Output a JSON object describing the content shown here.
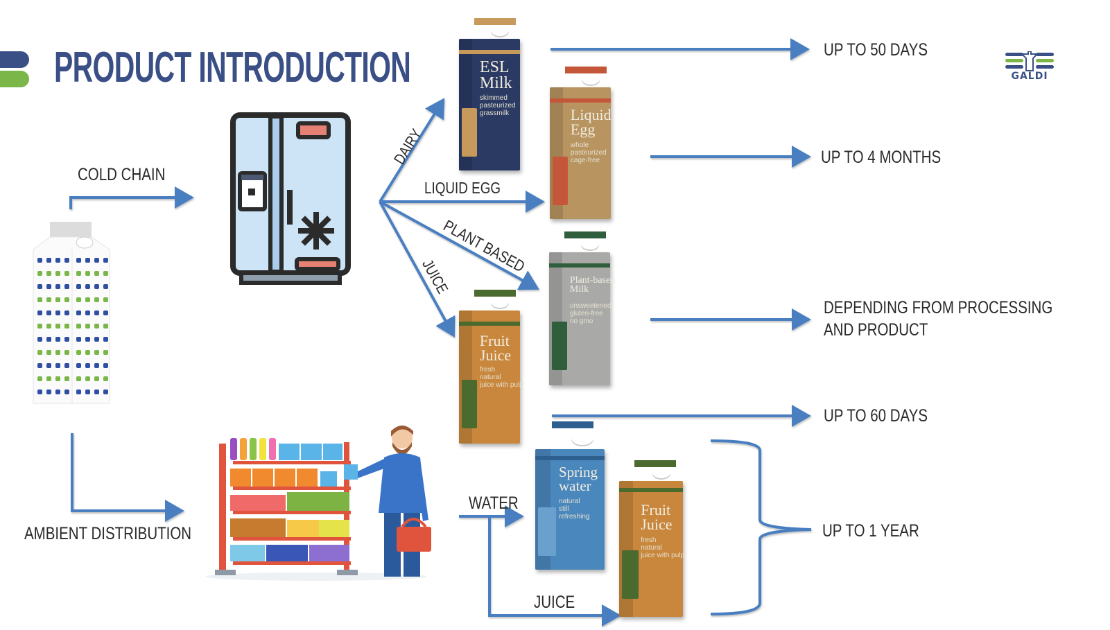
{
  "header": {
    "title": "PRODUCT INTRODUCTION",
    "logo_text": "GALDI",
    "accent_blue": "#3a4f86",
    "accent_green": "#7ab648"
  },
  "arrow_color": "#4a7fc1",
  "distribution": {
    "cold_chain_label": "COLD CHAIN",
    "ambient_label": "AMBIENT DISTRIBUTION"
  },
  "branches": {
    "dairy": "DAIRY",
    "liquid_egg": "LIQUID EGG",
    "plant_based": "PLANT BASED",
    "juice": "JUICE",
    "water": "WATER",
    "ambient_juice": "JUICE"
  },
  "shelf_life": {
    "dairy": "UP TO  50 DAYS",
    "liquid_egg": "UP TO  4 MONTHS",
    "plant_based_line1": "DEPENDING FROM PROCESSING",
    "plant_based_line2": "AND PRODUCT",
    "juice": "UP TO  60 DAYS",
    "ambient": "UP TO 1 YEAR"
  },
  "products": {
    "esl_milk": {
      "name": "ESL\nMilk",
      "sub": "skimmed\npasteurized\ngrassmilk",
      "color": "#2a3a63",
      "band": "#c79a5c"
    },
    "liquid_egg": {
      "name": "Liquid\nEgg",
      "sub": "whole\npasteurized\ncage-free",
      "color": "#b89460",
      "band": "#c4573a"
    },
    "plant_milk": {
      "name": "Plant-based\nMilk",
      "sub": "unsweetened\ngluten-free\nno gmo",
      "color": "#a9aaa8",
      "band": "#2f5e3c"
    },
    "fruit_juice": {
      "name": "Fruit\nJuice",
      "sub": "fresh\nnatural\njuice with pulp",
      "color": "#c8873c",
      "band": "#4a6a2e"
    },
    "spring_water": {
      "name": "Spring\nwater",
      "sub": "natural\nstill\nrefreshing",
      "color": "#4a87bd",
      "band": "#2d5f8f"
    },
    "fruit_juice_ambient": {
      "name": "Fruit\nJuice",
      "sub": "fresh\nnatural\njuice with pulp",
      "color": "#c8873c",
      "band": "#4a6a2e"
    }
  }
}
